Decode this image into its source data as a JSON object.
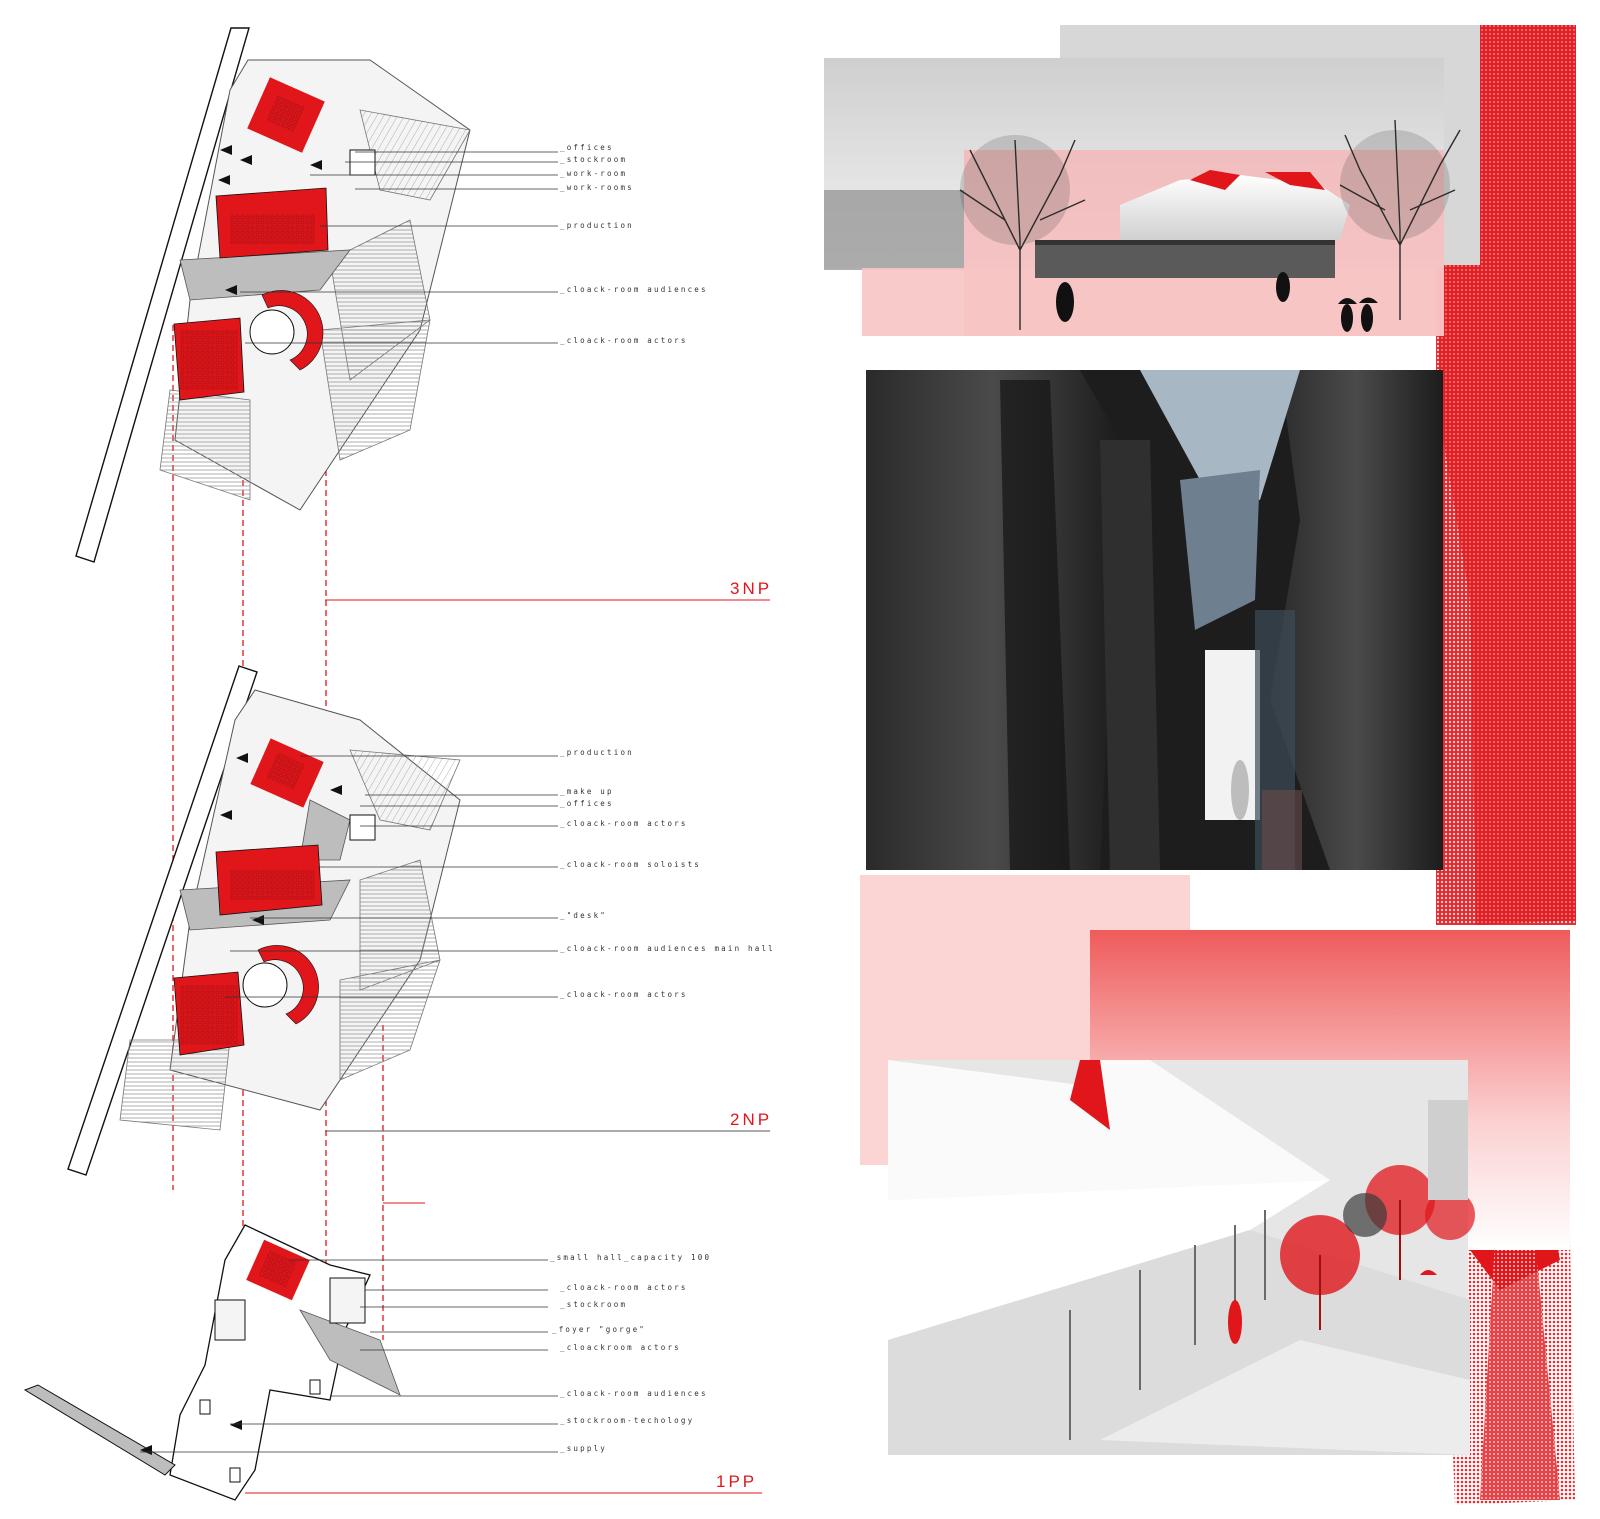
{
  "colors": {
    "accent": "#e0161b",
    "ink": "#1a1a1a",
    "grey": "#bdbdbd"
  },
  "levels": {
    "third": {
      "name": "3NP",
      "labels": [
        "_offices",
        "_stockroom",
        "_work-room",
        "_work-rooms",
        "_production",
        "_cloack-room audiences",
        "_cloack-room actors"
      ]
    },
    "second": {
      "name": "2NP",
      "labels": [
        "_production",
        "_make up",
        "_offices",
        "_cloack-room actors",
        "_cloack-room soloists",
        "_\"desk\"",
        "_cloack-room audiences main hall",
        "_cloack-room actors"
      ]
    },
    "ground": {
      "name": "1PP",
      "labels": [
        "_small hall_capacity 100",
        "_cloack-room actors",
        "_stockroom",
        "_foyer \"gorge\"",
        "_cloackroom actors",
        "_cloack-room audiences",
        "_stockroom-techology",
        "_supply"
      ]
    }
  }
}
